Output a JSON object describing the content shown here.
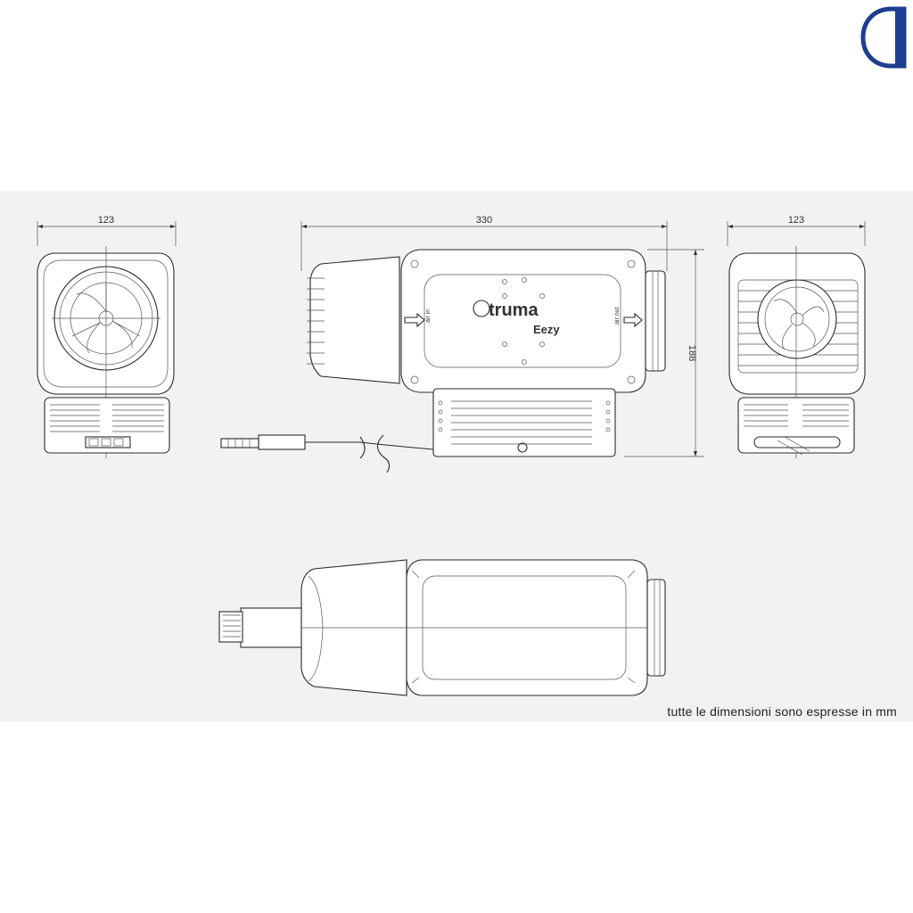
{
  "brand": {
    "color": "#1d3d8f"
  },
  "dimensions": {
    "front_width": "123",
    "side_length": "330",
    "side_height": "188",
    "rear_width": "123"
  },
  "product": {
    "brand_name": "truma",
    "model": "Eezy",
    "air_in": "air in",
    "air_out": "air out"
  },
  "footnote": "tutte le dimensioni sono espresse in mm"
}
